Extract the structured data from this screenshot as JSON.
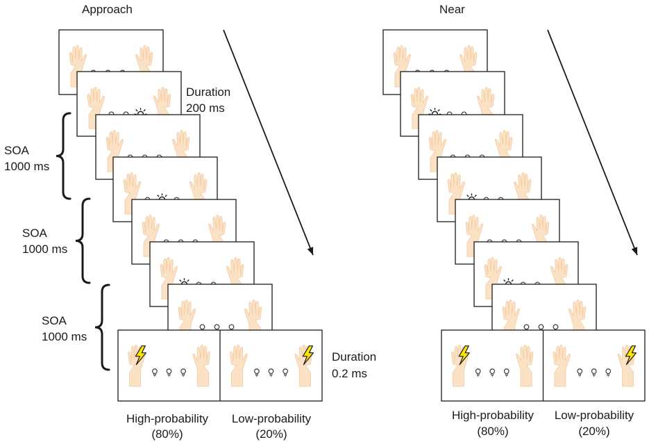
{
  "approach": {
    "title": "Approach",
    "duration_top": [
      "Duration",
      "200 ms"
    ],
    "soa": [
      {
        "label": "SOA",
        "value": "1000 ms"
      },
      {
        "label": "SOA",
        "value": "1000 ms"
      },
      {
        "label": "SOA",
        "value": "1000 ms"
      }
    ],
    "duration_bottom": [
      "Duration",
      "0.2 ms"
    ],
    "frames_lit_bulb": [
      0,
      3,
      0,
      2,
      0,
      1,
      0
    ],
    "outcome": {
      "high": {
        "label": "High-probability",
        "pct": "(80%)"
      },
      "low": {
        "label": "Low-probability",
        "pct": "(20%)"
      }
    }
  },
  "near": {
    "title": "Near",
    "frames_lit_bulb": [
      0,
      1,
      0,
      1,
      0,
      1,
      0
    ],
    "outcome": {
      "high": {
        "label": "High-probability",
        "pct": "(80%)"
      },
      "low": {
        "label": "Low-probability",
        "pct": "(20%)"
      }
    }
  },
  "colors": {
    "hand": "#fbe2c4",
    "lightning": "#ffe600",
    "frame_border": "#1a1a1a",
    "bulb": "#a5a5a5"
  }
}
